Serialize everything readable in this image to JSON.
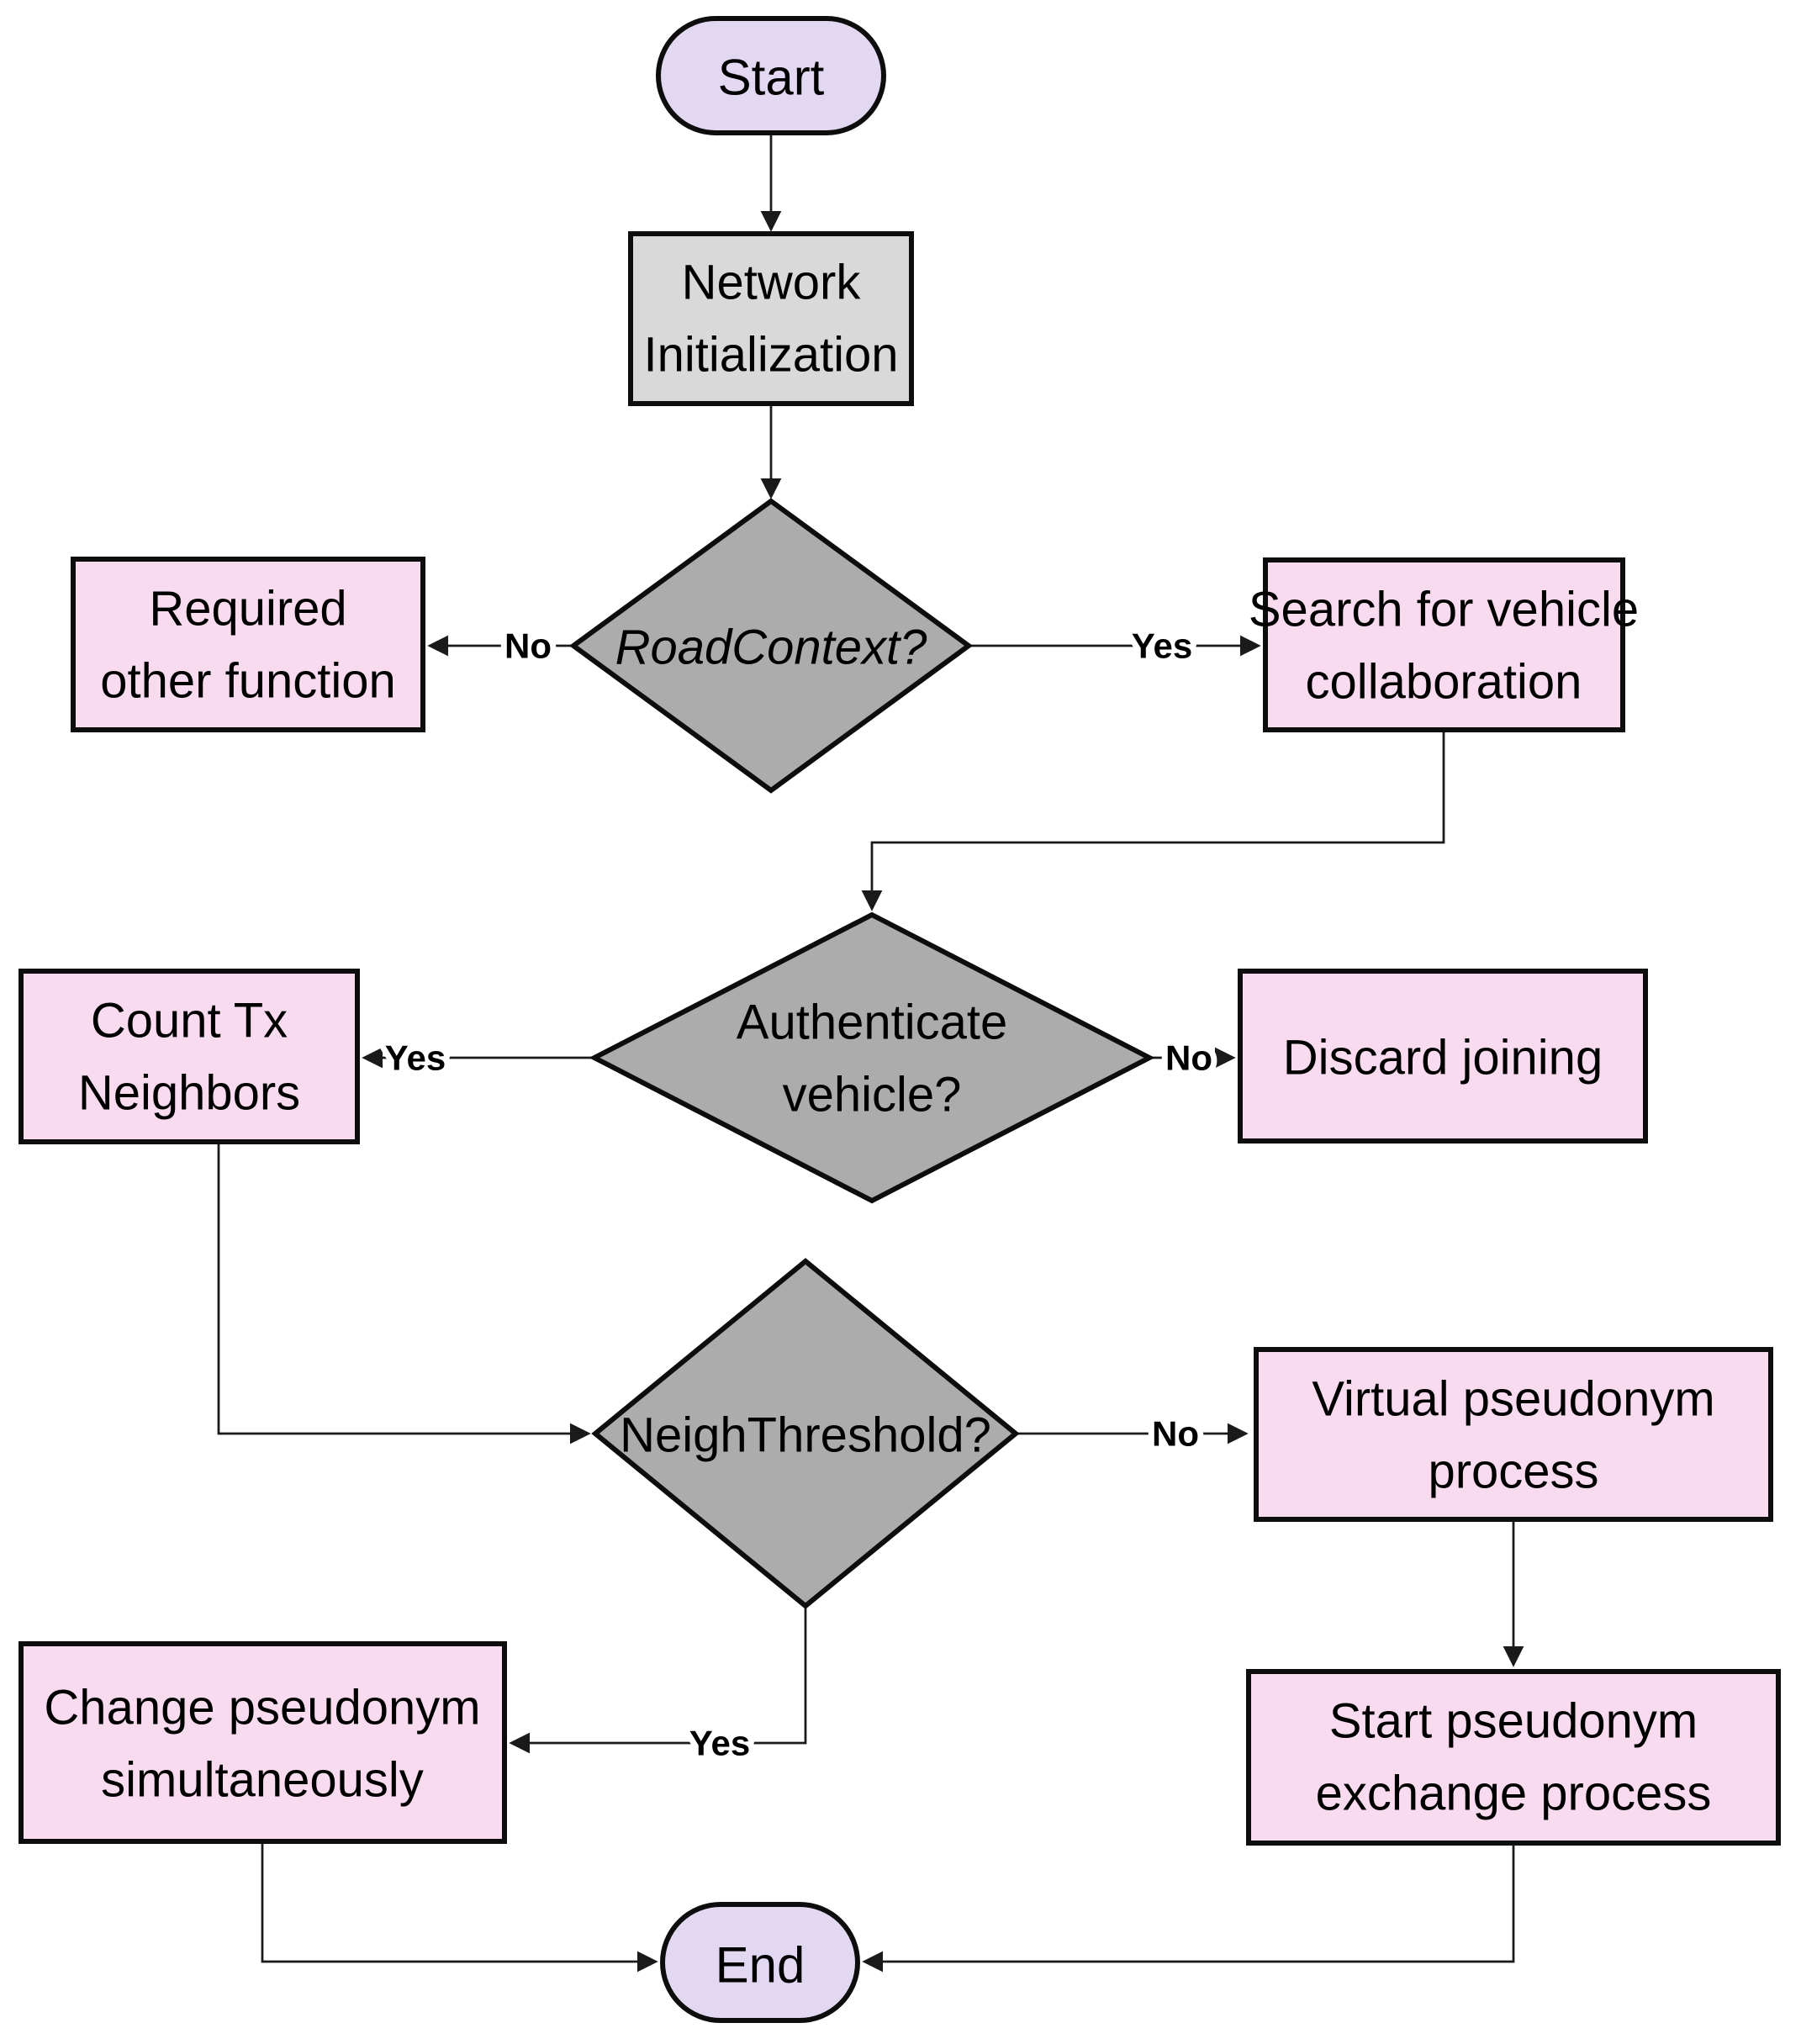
{
  "colors": {
    "background": "#FFFFFF",
    "terminal_fill": "#E3D8F1",
    "process_fill": "#D9D9D9",
    "decision_fill": "#ACACAC",
    "action_fill": "#F9DBEF",
    "shape_stroke": "#0D0D0D",
    "edge_stroke": "#1A1A1A",
    "text_color": "#000000"
  },
  "flowchart": {
    "nodes": {
      "start": {
        "label": "Start"
      },
      "network_init": {
        "lines": [
          "Network",
          "Initialization"
        ]
      },
      "road_context": {
        "label": "RoadContext?"
      },
      "required_other": {
        "lines": [
          "Required",
          "other function"
        ]
      },
      "search_collab": {
        "lines": [
          "Search for vehicle",
          "collaboration"
        ]
      },
      "authenticate": {
        "lines": [
          "Authenticate",
          "vehicle?"
        ]
      },
      "count_tx": {
        "lines": [
          "Count Tx",
          "Neighbors"
        ]
      },
      "discard_joining": {
        "label": "Discard joining"
      },
      "neigh_threshold": {
        "label": "NeighThreshold?"
      },
      "virtual_pseudonym": {
        "lines": [
          "Virtual pseudonym",
          "process"
        ]
      },
      "change_pseudonym": {
        "lines": [
          "Change pseudonym",
          "simultaneously"
        ]
      },
      "start_exchange": {
        "lines": [
          "Start pseudonym",
          "exchange process"
        ]
      },
      "end": {
        "label": "End"
      }
    },
    "edge_labels": {
      "roadcontext_no": "No",
      "roadcontext_yes": "Yes",
      "authenticate_yes": "Yes",
      "authenticate_no": "No",
      "neighthreshold_no": "No",
      "neighthreshold_yes": "Yes"
    }
  }
}
